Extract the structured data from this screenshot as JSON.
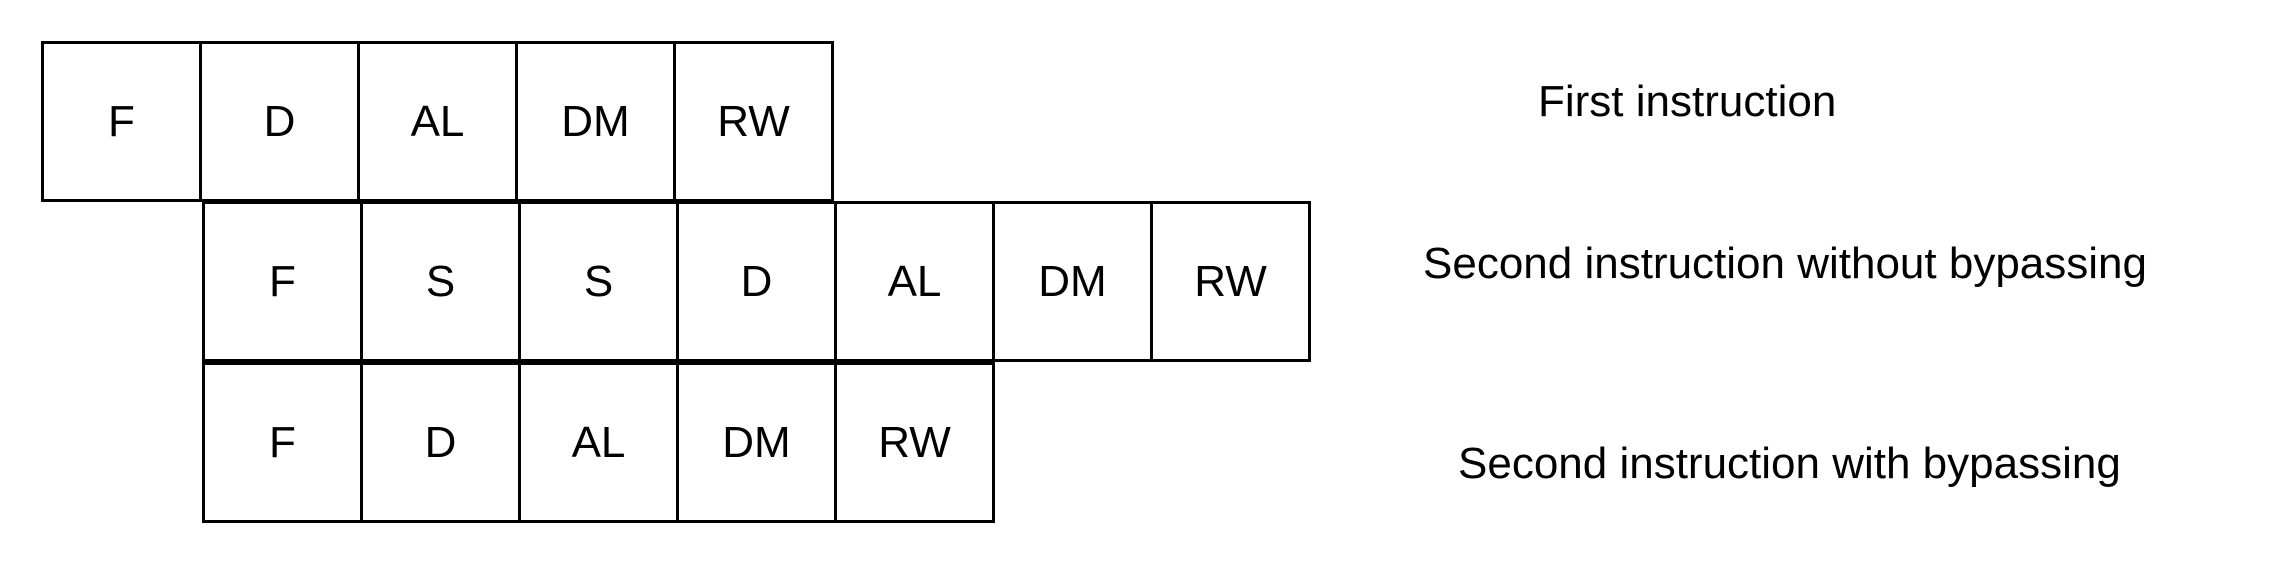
{
  "rows": [
    {
      "label": "First instruction",
      "stages": [
        "F",
        "D",
        "AL",
        "DM",
        "RW"
      ]
    },
    {
      "label": "Second instruction without bypassing",
      "stages": [
        "F",
        "S",
        "S",
        "D",
        "AL",
        "DM",
        "RW"
      ]
    },
    {
      "label": "Second instruction with bypassing",
      "stages": [
        "F",
        "D",
        "AL",
        "DM",
        "RW"
      ]
    }
  ]
}
